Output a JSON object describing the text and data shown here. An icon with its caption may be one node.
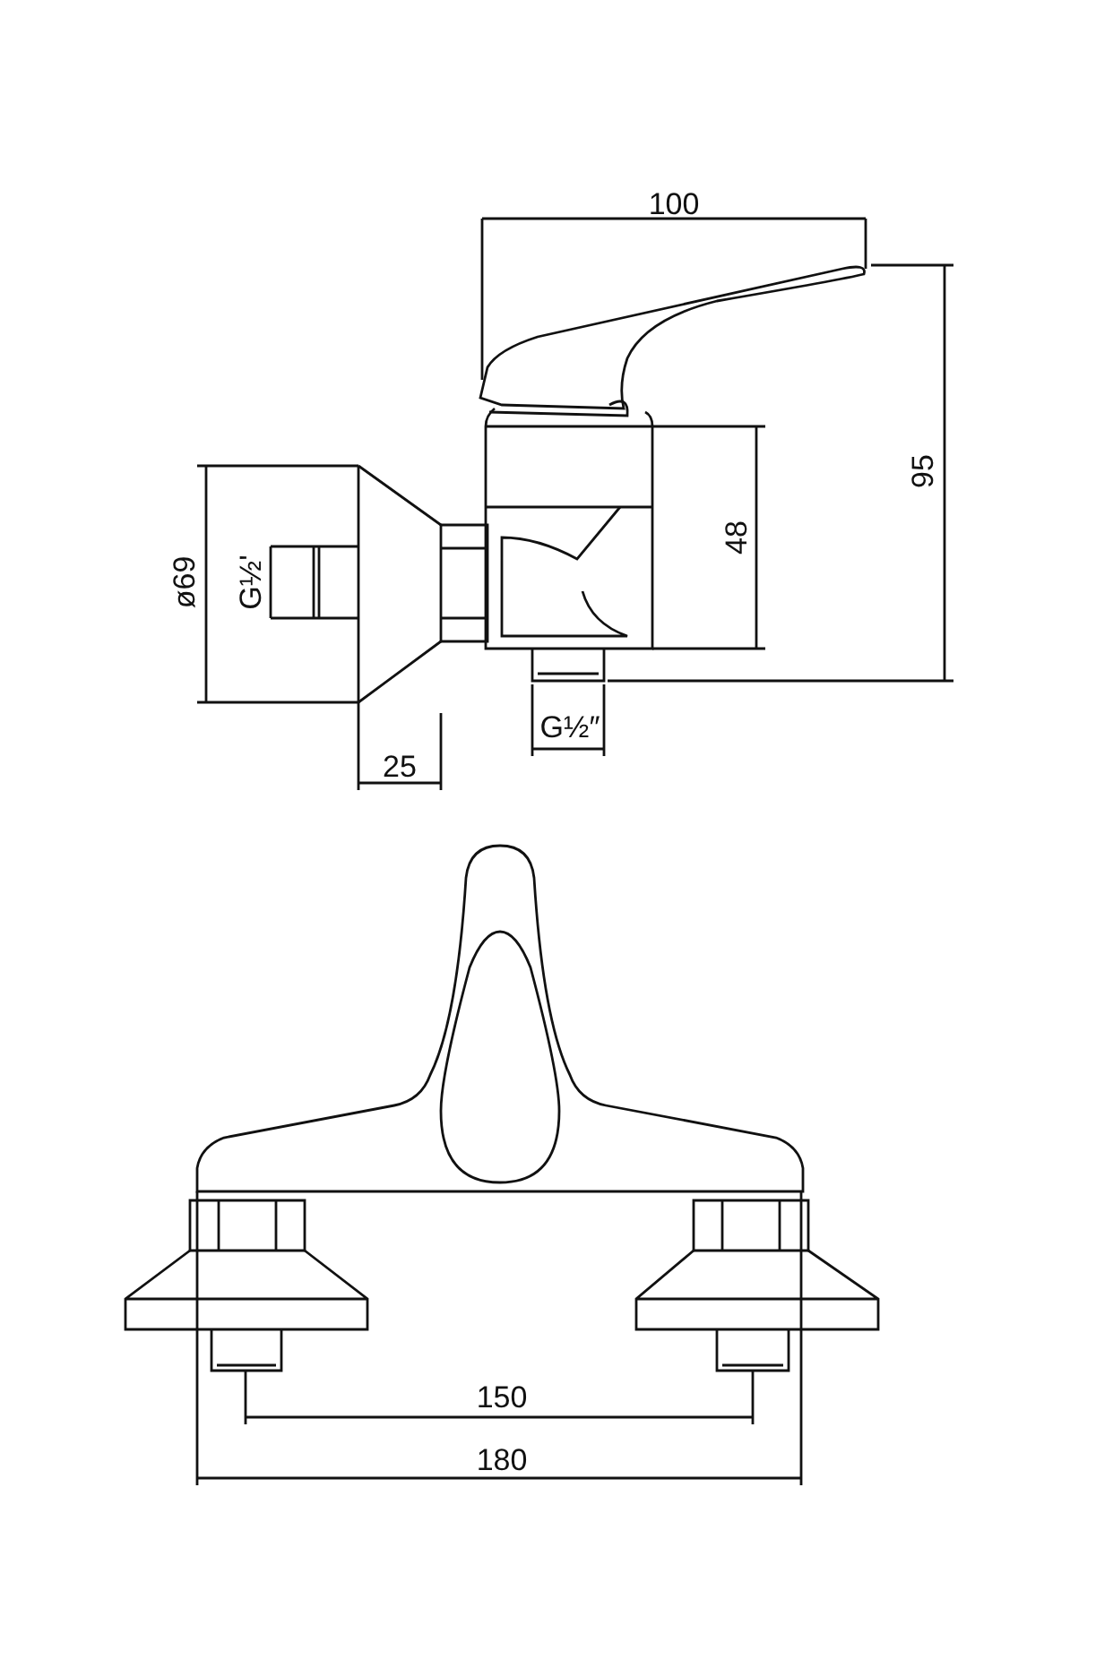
{
  "diagram": {
    "labels": [
      "100",
      "95",
      "48",
      "ø69",
      "G½'",
      "G½″",
      "25",
      "150",
      "180"
    ]
  }
}
